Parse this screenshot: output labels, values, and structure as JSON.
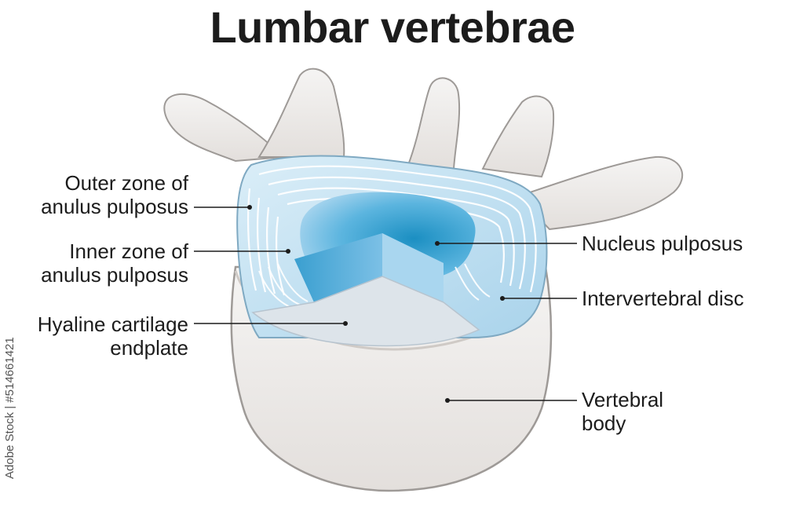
{
  "title": "Lumbar vertebrae",
  "labels": {
    "outer_zone": [
      "Outer zone of",
      "anulus pulposus"
    ],
    "inner_zone": [
      "Inner zone of",
      "anulus pulposus"
    ],
    "endplate": [
      "Hyaline cartilage",
      "endplate"
    ],
    "nucleus": "Nucleus pulposus",
    "disc": "Intervertebral disc",
    "body": [
      "Vertebral",
      "body"
    ]
  },
  "watermark": "Adobe Stock | #514661421",
  "colors": {
    "bone": "#ece9e7",
    "bone_outline": "#9e9a97",
    "disc_light": "#cfe6f3",
    "disc_mid": "#8fc4e2",
    "nucleus": "#2a9fcc",
    "leader": "#1c1c1c",
    "text": "#1c1c1c"
  }
}
